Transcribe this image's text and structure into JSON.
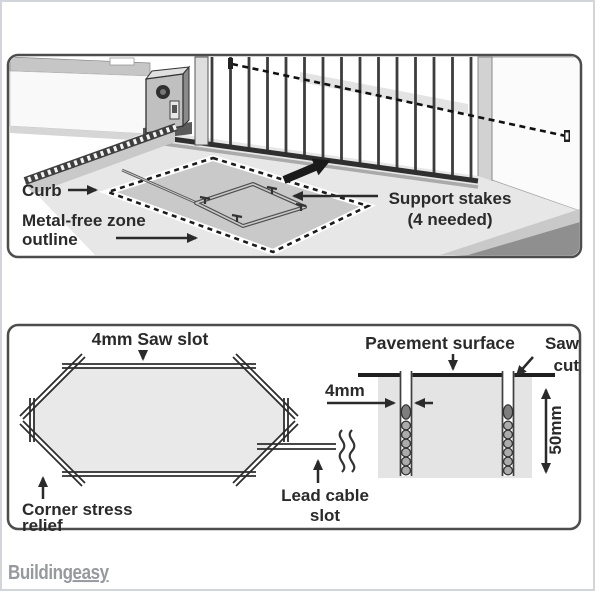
{
  "top_panel": {
    "curb": "Curb",
    "metal_free_zone": [
      "Metal-free zone",
      "outline"
    ],
    "support_stakes": [
      "Support stakes",
      "(4 needed)"
    ]
  },
  "bottom_panel": {
    "saw_slot": "4mm Saw slot",
    "pavement_surface": "Pavement surface",
    "saw_cut": [
      "Saw",
      "cut"
    ],
    "slot_width": "4mm",
    "slot_depth": "50mm",
    "corner_stress": [
      "Corner stress",
      "relief"
    ],
    "lead_cable": [
      "Lead cable",
      "slot"
    ]
  },
  "logo": {
    "part1": "Building",
    "part2": "easy"
  },
  "colors": {
    "panel_border": "#4d4d4d",
    "label_text": "#2a2a2a",
    "ground": "#e7e7e7",
    "zone_fill": "#c9c9c9",
    "octagon_fill": "#e9e9e9",
    "line_dark": "#2d2d2d",
    "logo_gray": "#96999d",
    "outer_border": "#d2d5d9"
  }
}
